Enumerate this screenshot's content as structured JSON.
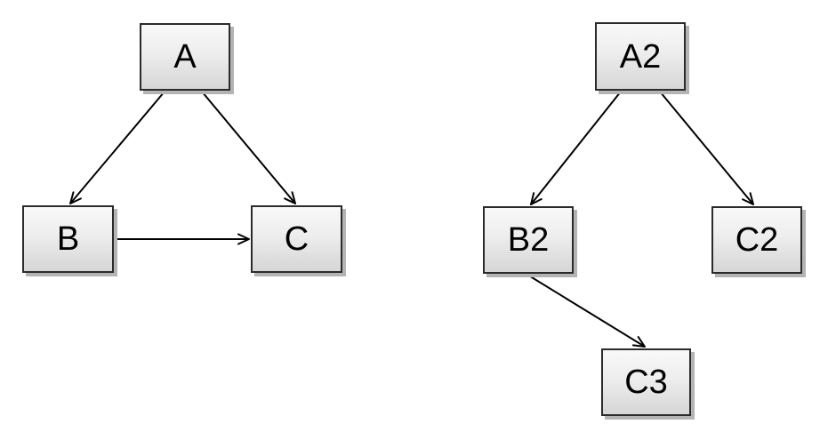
{
  "diagram": {
    "background_color": "#ffffff",
    "node_style": {
      "fill_top": "#f9f9f9",
      "fill_bottom": "#d6d6d6",
      "border_color": "#2b2b2b",
      "shadow_color": "#b4b4b4",
      "text_color": "#000000",
      "edge_color": "#000000"
    },
    "graphs": [
      {
        "id": "left-graph",
        "nodes": [
          {
            "id": "A",
            "label": "A"
          },
          {
            "id": "B",
            "label": "B"
          },
          {
            "id": "C",
            "label": "C"
          }
        ],
        "edges": [
          {
            "from": "A",
            "to": "B"
          },
          {
            "from": "A",
            "to": "C"
          },
          {
            "from": "B",
            "to": "C"
          }
        ]
      },
      {
        "id": "right-graph",
        "nodes": [
          {
            "id": "A2",
            "label": "A2"
          },
          {
            "id": "B2",
            "label": "B2"
          },
          {
            "id": "C2",
            "label": "C2"
          },
          {
            "id": "C3",
            "label": "C3"
          }
        ],
        "edges": [
          {
            "from": "A2",
            "to": "B2"
          },
          {
            "from": "A2",
            "to": "C2"
          },
          {
            "from": "B2",
            "to": "C3"
          }
        ]
      }
    ]
  }
}
